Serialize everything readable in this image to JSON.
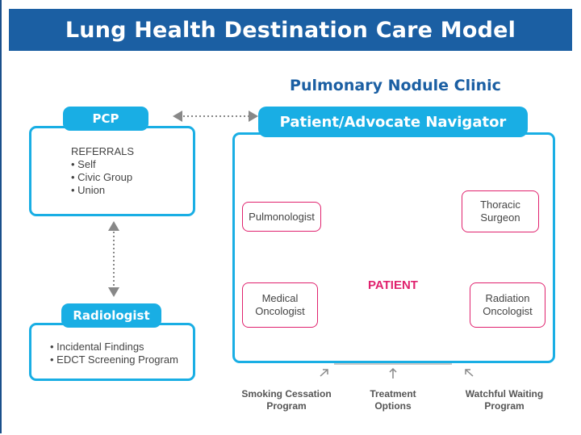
{
  "title": "Lung Health Destination Care Model",
  "clinic_title": "Pulmonary Nodule Clinic",
  "pcp": {
    "label": "PCP",
    "referrals_header": "REFERRALS",
    "items": [
      "• Self",
      "• Civic Group",
      "• Union"
    ]
  },
  "radiologist": {
    "label": "Radiologist",
    "items": [
      "• Incidental Findings",
      "• EDCT Screening Program"
    ]
  },
  "navigator": {
    "label": "Patient/Advocate Navigator"
  },
  "patient_label": "PATIENT",
  "roles": {
    "pulmonologist": "Pulmonologist",
    "thoracic": [
      "Thoracic",
      "Surgeon"
    ],
    "medical": [
      "Medical",
      "Oncologist"
    ],
    "radiation": [
      "Radiation",
      "Oncologist"
    ]
  },
  "footer": {
    "smoking": [
      "Smoking Cessation",
      "Program"
    ],
    "treatment": [
      "Treatment",
      "Options"
    ],
    "watchful": [
      "Watchful Waiting",
      "Program"
    ]
  },
  "colors": {
    "banner": "#1b5fa3",
    "accent": "#19aee4",
    "magenta": "#e0226e",
    "silhouette": "#c8c8c8"
  }
}
